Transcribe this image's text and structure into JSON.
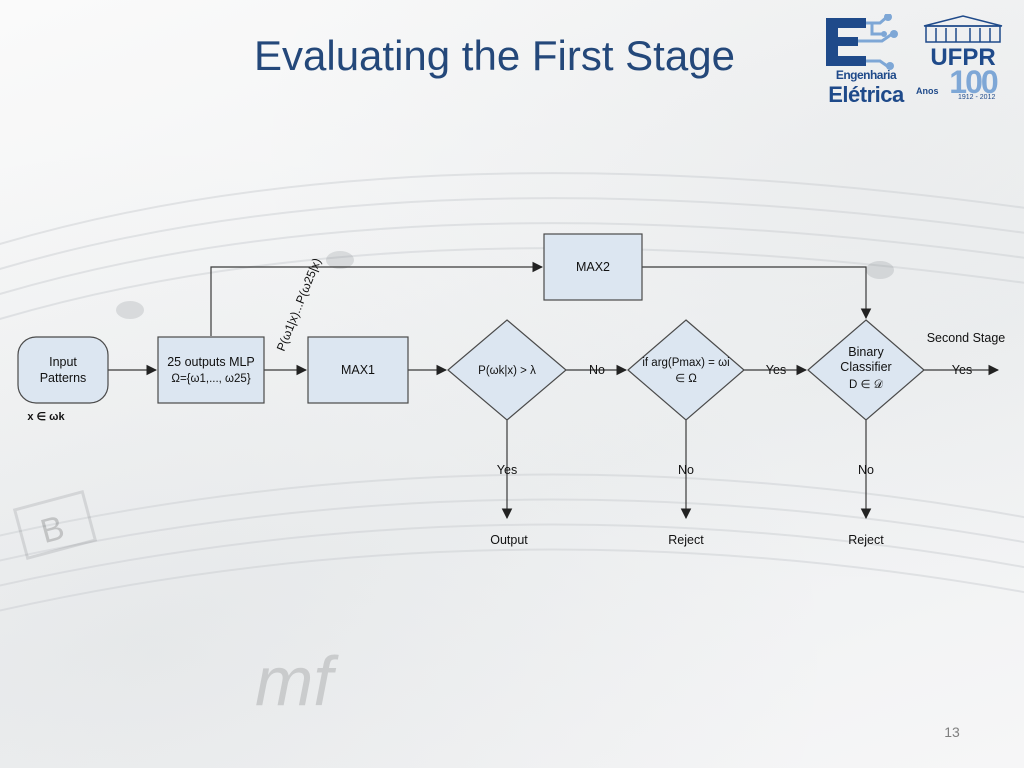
{
  "slide": {
    "title": "Evaluating the First Stage",
    "page_number": "13"
  },
  "logos": {
    "engenharia": {
      "line1": "Engenharia",
      "line2": "Elétrica"
    },
    "ufpr": {
      "name": "UFPR",
      "number": "100",
      "anos": "Anos",
      "years": "1912 - 2012"
    }
  },
  "diagram": {
    "input_box": {
      "line1": "Input",
      "line2": "Patterns"
    },
    "input_note": "x ∈ ωk",
    "mlp_box": {
      "line1": "25 outputs MLP",
      "line2": "Ω={ω1,..., ω25}"
    },
    "edge_label_probs": "P(ω1|x)...P(ω25|x)",
    "max1_box": "MAX1",
    "max2_box": "MAX2",
    "threshold_diamond": "P(ωk|x) > λ",
    "arg_diamond": {
      "line1": "if arg(Pmax) = ωi",
      "line2": "∈ Ω"
    },
    "binary_diamond": {
      "line1": "Binary",
      "line2": "Classifier",
      "line3": "D ∈ 𝒟"
    },
    "second_stage_label": "Second Stage",
    "labels": {
      "no1": "No",
      "yes1": "Yes",
      "yes_out": "Yes",
      "yes_down": "Yes",
      "no_down2": "No",
      "no_down3": "No"
    },
    "outputs": {
      "output": "Output",
      "reject1": "Reject",
      "reject2": "Reject"
    }
  },
  "colors": {
    "title": "#24487a",
    "box_fill": "#dce6f1",
    "box_stroke": "#4a4a4a",
    "arrow": "#3a3a3a"
  }
}
